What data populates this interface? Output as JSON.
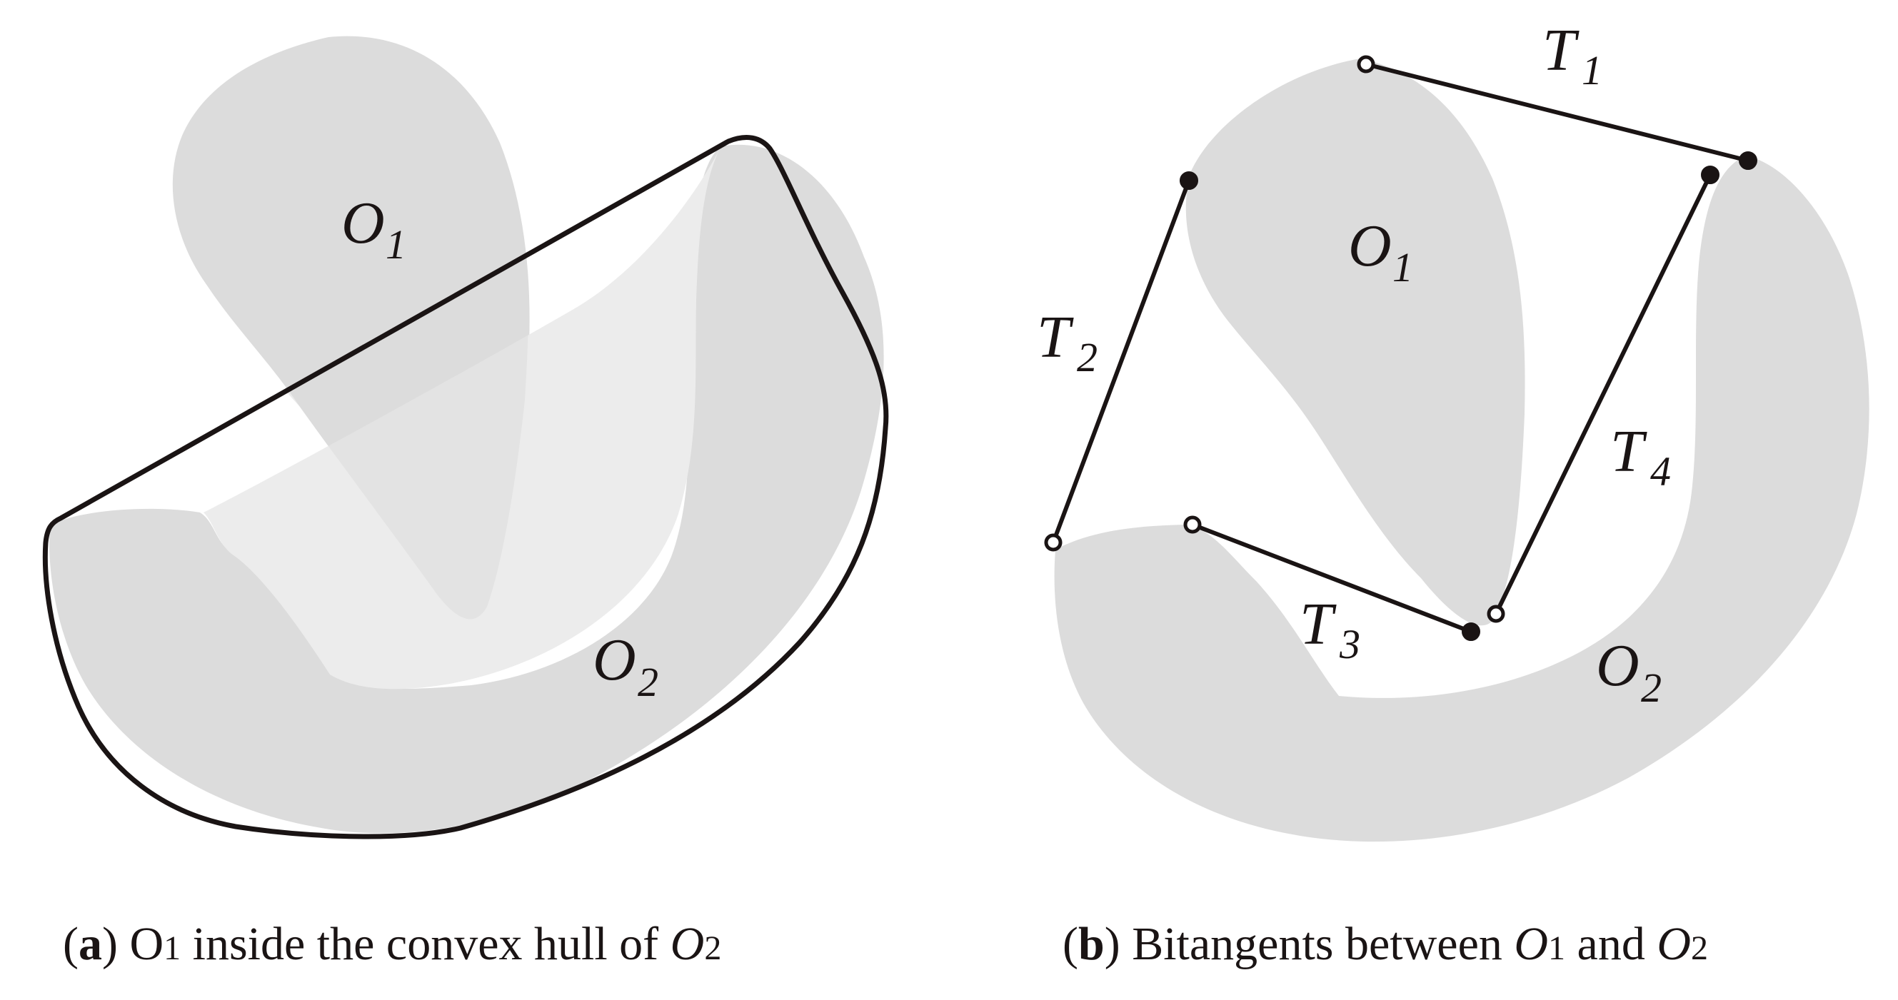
{
  "panel_a": {
    "labels": {
      "o1": {
        "main": "O",
        "sub": "1"
      },
      "o2": {
        "main": "O",
        "sub": "2"
      }
    },
    "caption": {
      "open_paren": "(",
      "tag": "a",
      "close_paren": ")",
      "text_1": " O",
      "sub_1": "1",
      "text_2": " inside the convex hull of ",
      "obj_2": "O",
      "sub_2": "2"
    }
  },
  "panel_b": {
    "labels": {
      "o1": {
        "main": "O",
        "sub": "1"
      },
      "o2": {
        "main": "O",
        "sub": "2"
      },
      "t1": {
        "main": "T",
        "sub": "1"
      },
      "t2": {
        "main": "T",
        "sub": "2"
      },
      "t3": {
        "main": "T",
        "sub": "3"
      },
      "t4": {
        "main": "T",
        "sub": "4"
      }
    },
    "caption": {
      "open_paren": "(",
      "tag": "b",
      "close_paren": ")",
      "text_1": " Bitangents between ",
      "obj_1": "O",
      "sub_1": "1",
      "text_2": " and ",
      "obj_2": "O",
      "sub_2": "2"
    }
  },
  "colors": {
    "object_fill": "#dcdcdc",
    "hull_overlap_fill": "#ececec",
    "ink": "#1a1414",
    "background": "#ffffff"
  }
}
